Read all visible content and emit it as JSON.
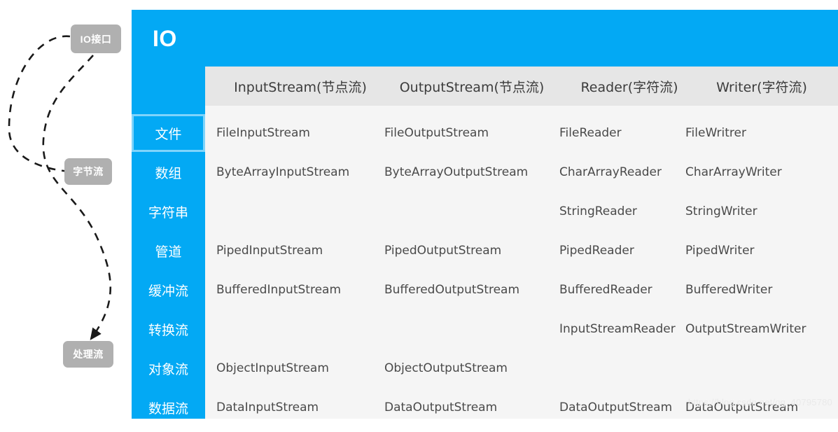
{
  "diagram": {
    "nodes": [
      {
        "id": "io-interface",
        "label": "IO接口"
      },
      {
        "id": "byte-stream",
        "label": "字节流"
      },
      {
        "id": "process-stream",
        "label": "处理流"
      }
    ],
    "edges": [
      {
        "from": "IO接口",
        "to": "字节流",
        "style": "dashed-arrow"
      },
      {
        "from": "IO接口",
        "to": "处理流",
        "style": "dashed-arrow"
      }
    ]
  },
  "panel": {
    "title": "IO",
    "accent_color": "#03a9f4",
    "selected_border_color": "#7fd4fb",
    "header_bg": "#e6e6e6",
    "body_bg": "#f5f5f5"
  },
  "sidebar": {
    "items": [
      {
        "label": "文件",
        "selected": true
      },
      {
        "label": "数组",
        "selected": false
      },
      {
        "label": "字符串",
        "selected": false
      },
      {
        "label": "管道",
        "selected": false
      },
      {
        "label": "缓冲流",
        "selected": false
      },
      {
        "label": "转换流",
        "selected": false
      },
      {
        "label": "对象流",
        "selected": false
      },
      {
        "label": "数据流",
        "selected": false
      }
    ]
  },
  "table": {
    "columns": [
      "InputStream(节点流)",
      "OutputStream(节点流)",
      "Reader(字符流)",
      "Writer(字符流)"
    ],
    "rows": [
      {
        "category": "文件",
        "cells": [
          "FileInputStream",
          "FileOutputStream",
          "FileReader",
          "FileWritrer"
        ]
      },
      {
        "category": "数组",
        "cells": [
          "ByteArrayInputStream",
          "ByteArrayOutputStream",
          "CharArrayReader",
          "CharArrayWriter"
        ]
      },
      {
        "category": "字符串",
        "cells": [
          "",
          "",
          "StringReader",
          "StringWriter"
        ]
      },
      {
        "category": "管道",
        "cells": [
          "PipedInputStream",
          "PipedOutputStream",
          "PipedReader",
          "PipedWriter"
        ]
      },
      {
        "category": "缓冲流",
        "cells": [
          "BufferedInputStream",
          "BufferedOutputStream",
          "BufferedReader",
          "BufferedWriter"
        ]
      },
      {
        "category": "转换流",
        "cells": [
          "",
          "",
          "InputStreamReader",
          "OutputStreamWriter"
        ]
      },
      {
        "category": "对象流",
        "cells": [
          "ObjectInputStream",
          "ObjectOutputStream",
          "",
          ""
        ]
      },
      {
        "category": "数据流",
        "cells": [
          "DataInputStream",
          "DataOutputStream",
          "DataOutputStream",
          "DataOutputStream"
        ]
      }
    ]
  },
  "watermark": "https://blog.csdn.net/qq_40795780"
}
